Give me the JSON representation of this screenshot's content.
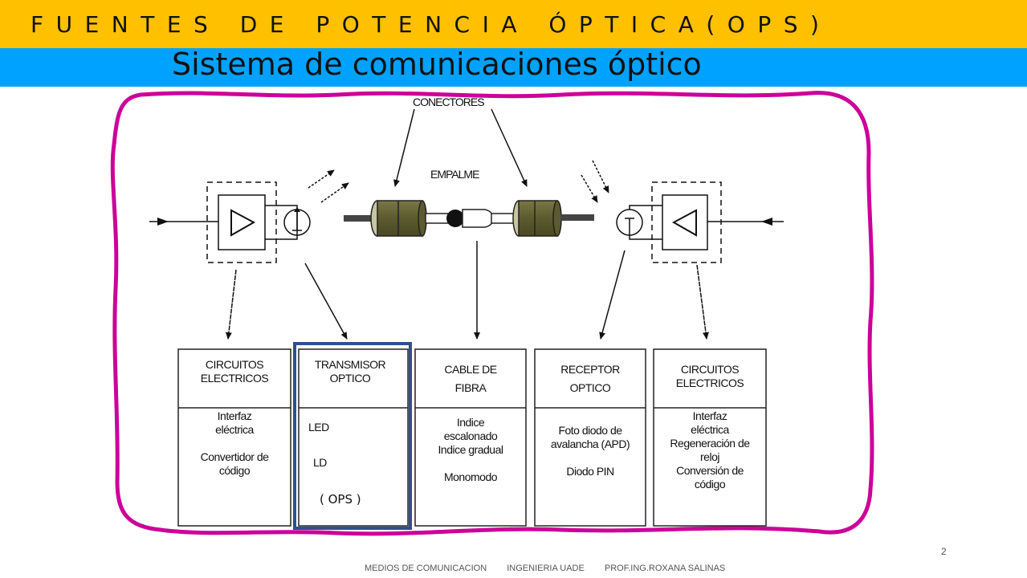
{
  "slide": {
    "title": "FUENTES DE POTENCIA ÓPTICA(OPS)",
    "subtitle": "Sistema de comunicaciones óptico",
    "page_number": "2",
    "footer": [
      "MEDIOS DE COMUNICACION",
      "INGENIERIA  UADE",
      "PROF.ING.ROXANA SALINAS"
    ]
  },
  "colors": {
    "title_band": "#ffc000",
    "subtitle_band": "#00a2ff",
    "outline": "#cc0099",
    "highlight_box": "#2f4f8f",
    "connector": "#5c5a2e"
  },
  "diagram": {
    "labels": {
      "connectors": "CONECTORES",
      "splice": "EMPALME"
    },
    "boxes": [
      {
        "header": [
          "CIRCUITOS",
          "ELECTRICOS"
        ],
        "body": [
          "Interfaz",
          "eléctrica",
          "",
          "Convertidor de",
          "código"
        ]
      },
      {
        "header": [
          "TRANSMISOR",
          "OPTICO"
        ],
        "body": [
          "LED",
          "LD",
          "( OPS )"
        ],
        "highlighted": true
      },
      {
        "header": [
          "CABLE DE",
          "FIBRA"
        ],
        "body": [
          "Indice",
          "escalonado",
          "Indice gradual",
          "",
          "Monomodo"
        ]
      },
      {
        "header": [
          "RECEPTOR",
          "OPTICO"
        ],
        "body": [
          "Foto diodo de",
          "avalancha (APD)",
          "",
          "Diodo PIN"
        ]
      },
      {
        "header": [
          "CIRCUITOS",
          "ELECTRICOS"
        ],
        "body": [
          "Interfaz",
          "eléctrica",
          "Regeneración de",
          "reloj",
          "Conversión de",
          "código"
        ]
      }
    ]
  }
}
